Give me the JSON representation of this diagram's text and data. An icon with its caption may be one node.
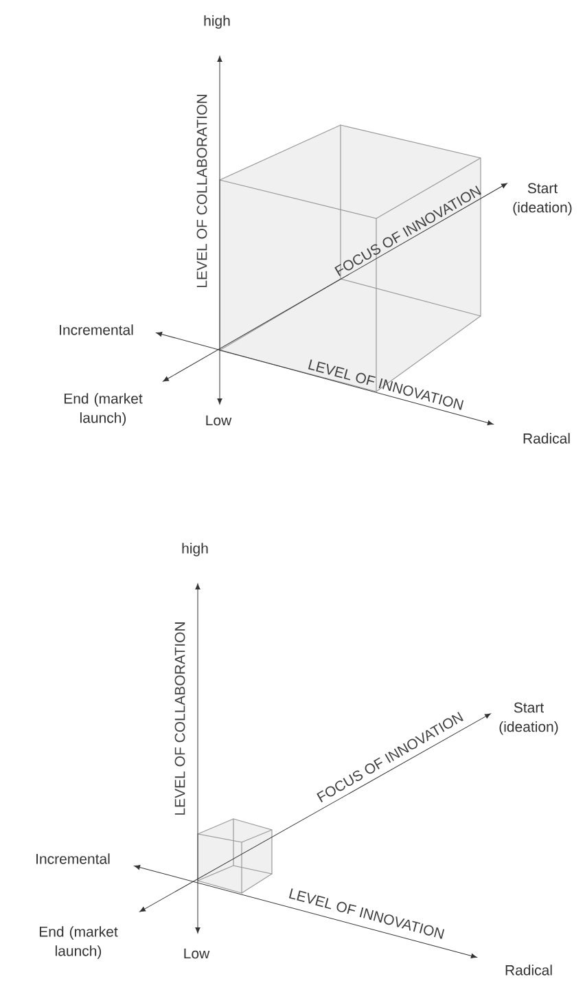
{
  "diagram": {
    "labels": [
      "high",
      "LEVEL OF COLLABORATION",
      "Start (ideation)",
      "FOCUS OF INNOVATION",
      "Incremental",
      "LEVEL OF INNOVATION",
      "End (market launch)",
      "Low",
      "Radical",
      "high",
      "LEVEL OF COLLABORATION",
      "Start (ideation)",
      "FOCUS OF INNOVATION",
      "Incremental",
      "LEVEL OF INNOVATION",
      "End (market launch)",
      "Low",
      "Radical"
    ]
  }
}
